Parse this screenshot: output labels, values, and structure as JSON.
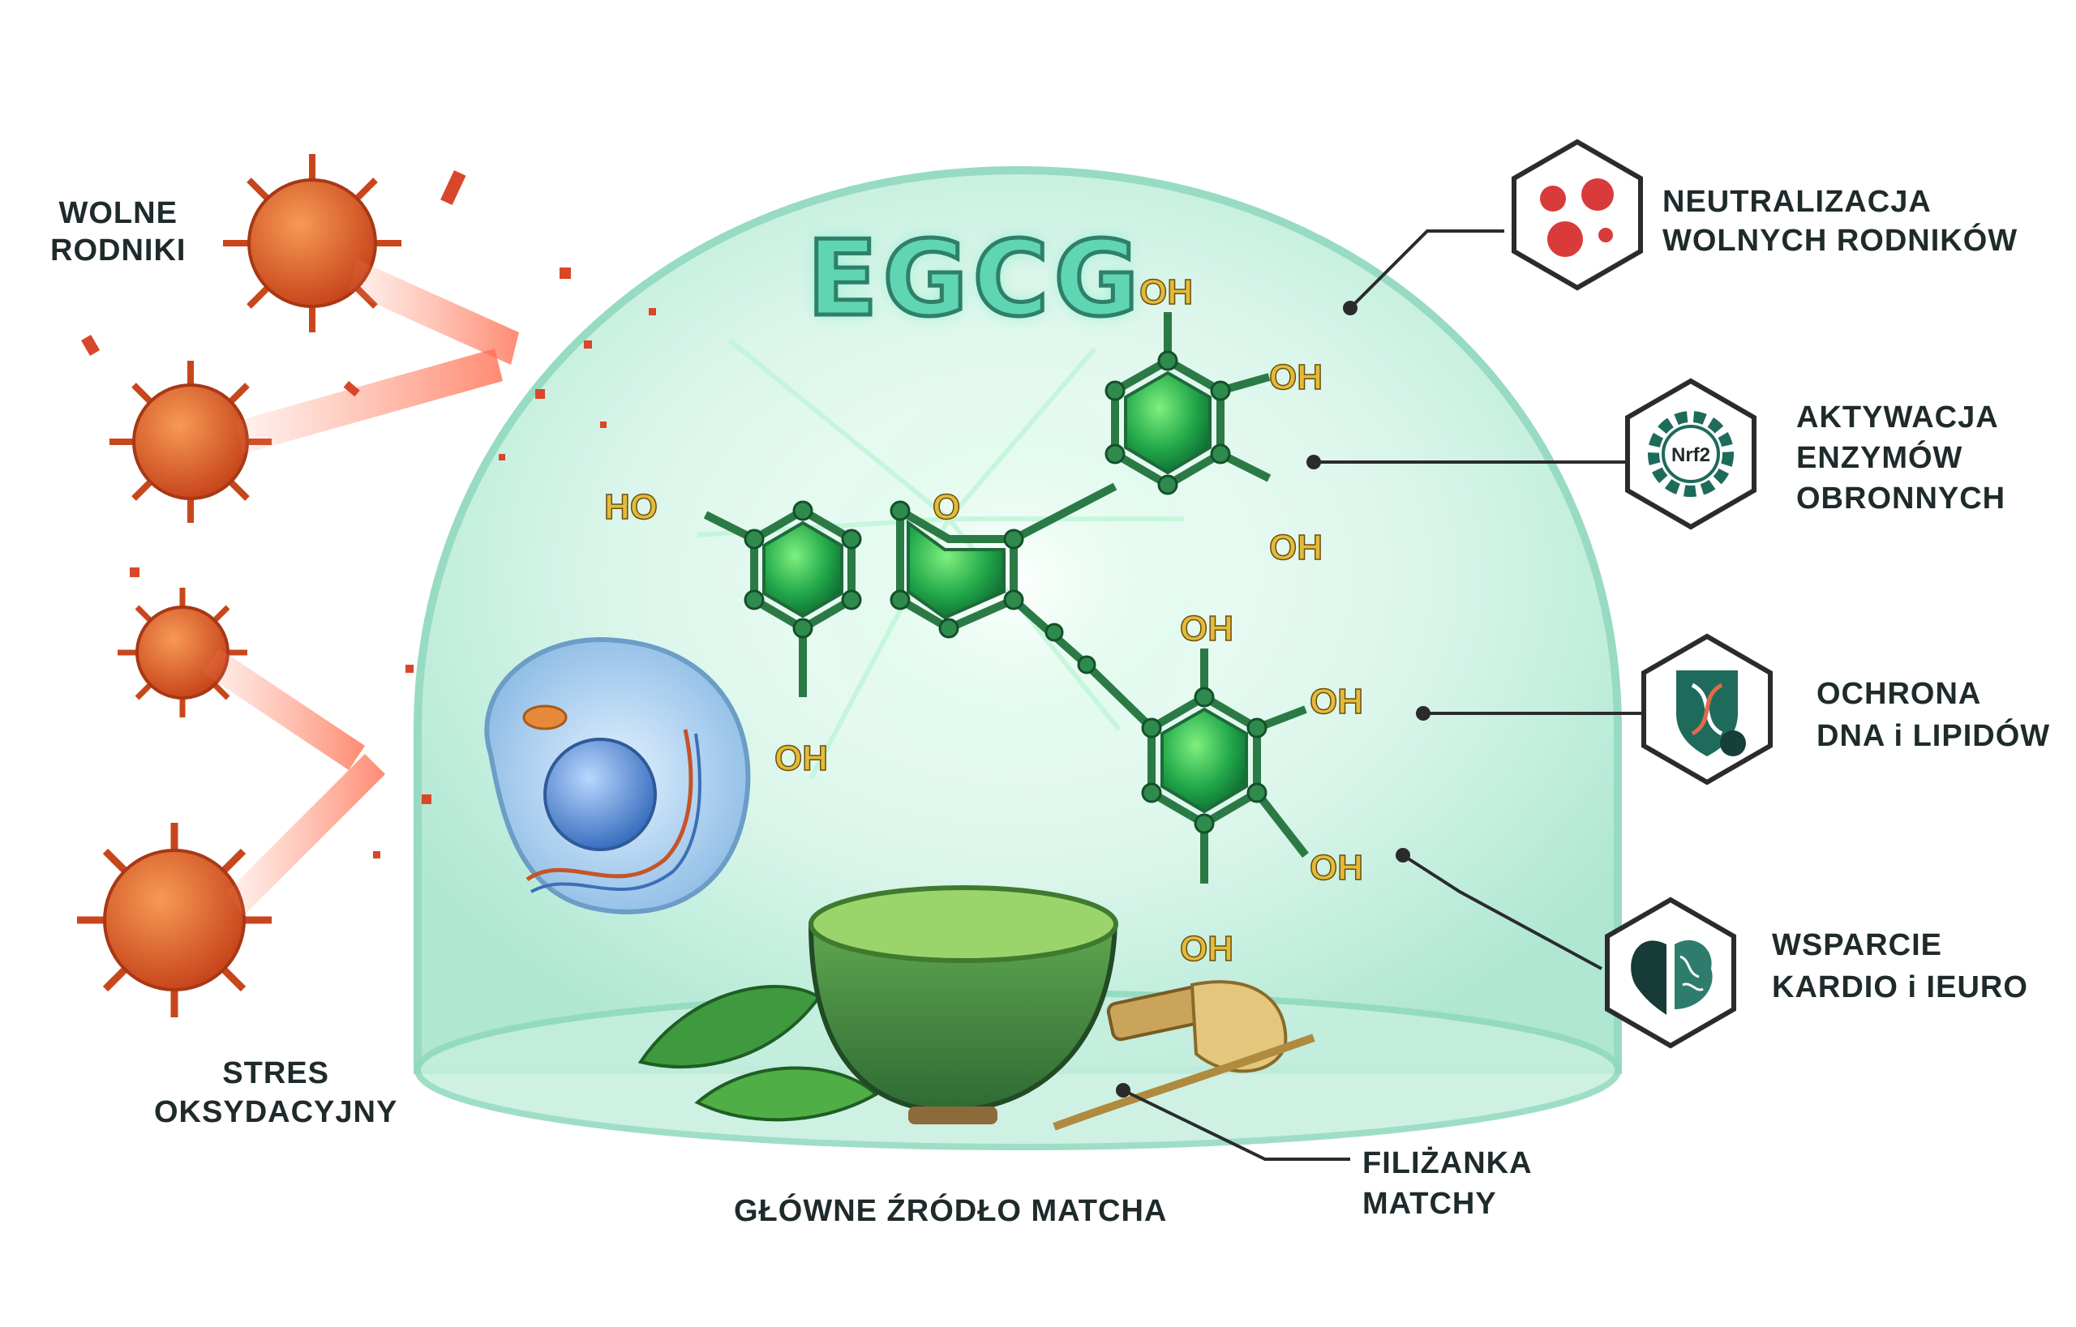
{
  "title": "EGCG",
  "molecule": {
    "oxygen": "O",
    "groups": {
      "ho": "HO",
      "oh": "OH"
    }
  },
  "threats": {
    "free_radicals": [
      "WOLNE",
      "RODNIKI"
    ],
    "oxidative_stress": [
      "STRES",
      "OKSYDACYJNY"
    ]
  },
  "benefits": [
    {
      "lines": [
        "NEUTRALIZACJA",
        "WOLNYCH RODNIKÓW"
      ],
      "icon": "radicals-icon"
    },
    {
      "lines": [
        "AKTYWACJA",
        "ENZYMÓW",
        "OBRONNYCH"
      ],
      "icon": "nrf2-gear-icon",
      "badge": "Nrf2"
    },
    {
      "lines": [
        "OCHRONA",
        "DNA i LIPIDÓW"
      ],
      "icon": "dna-shield-icon"
    },
    {
      "lines": [
        "WSPARCIE",
        "KARDIO i IEURO"
      ],
      "icon": "heart-brain-icon"
    }
  ],
  "source": {
    "cup": [
      "FILIŻANKA",
      "MATCHY"
    ],
    "main": "GŁÓWNE ŹRÓDŁO MATCHA"
  },
  "colors": {
    "dome": "#d6f5ea",
    "dome_edge": "#8fd9bd",
    "ring": "#1f9a4a",
    "radical": "#e0602a",
    "text": "#1f2a2a",
    "oh_text": "#d9b233"
  }
}
